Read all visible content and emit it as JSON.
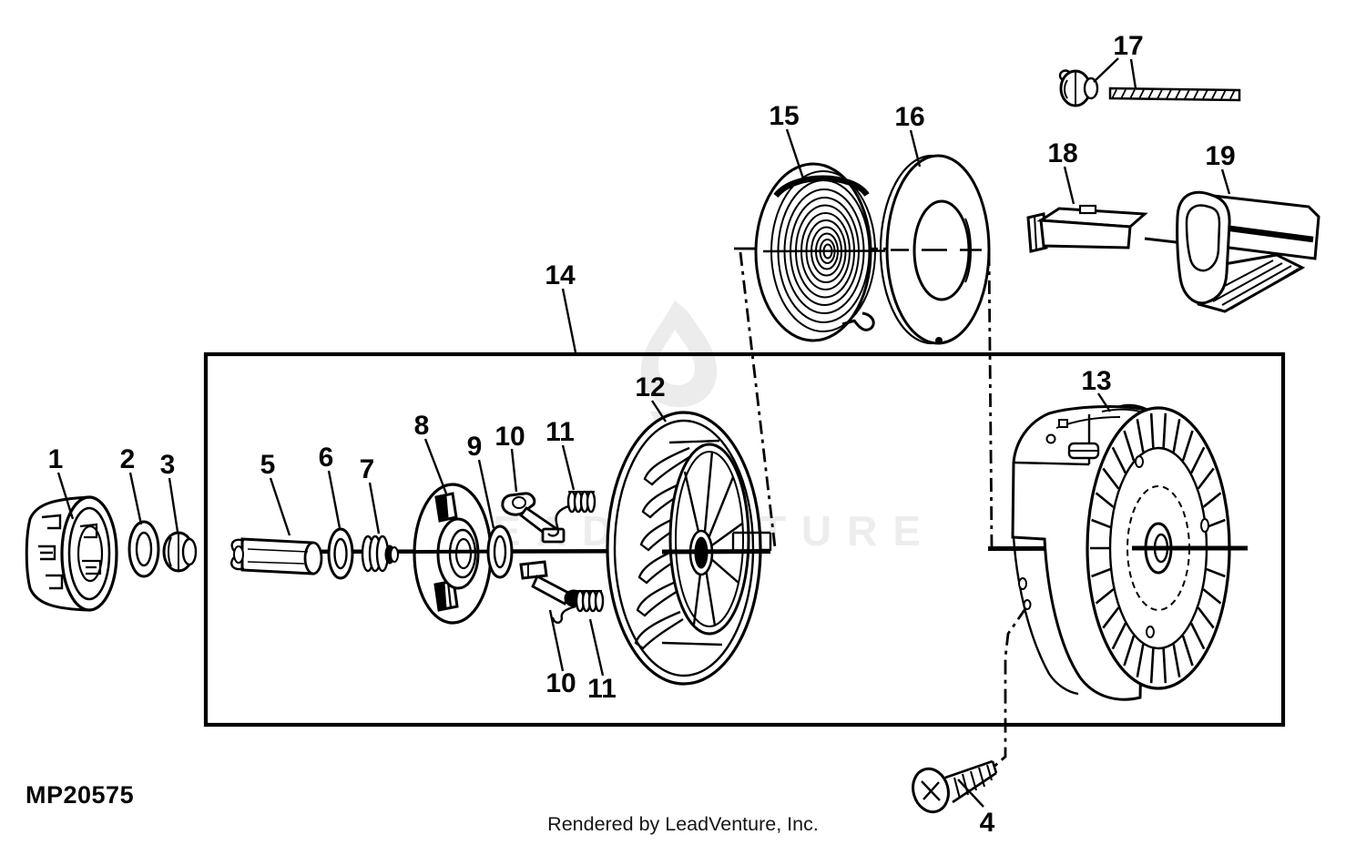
{
  "doc": {
    "code": "MP20575",
    "footer": "Rendered by LeadVenture, Inc.",
    "watermark": "LEADVENTURE"
  },
  "diagram": {
    "type": "exploded-parts-diagram",
    "subject": "recoil starter and blower housing assembly"
  },
  "palette": {
    "ink": "#000000",
    "watermark_gray": "#ececec",
    "paper": "#ffffff"
  },
  "callouts": [
    {
      "label": "1"
    },
    {
      "label": "2"
    },
    {
      "label": "3"
    },
    {
      "label": "5"
    },
    {
      "label": "6"
    },
    {
      "label": "7"
    },
    {
      "label": "8"
    },
    {
      "label": "9"
    },
    {
      "label": "10"
    },
    {
      "label": "11"
    },
    {
      "label": "10"
    },
    {
      "label": "11"
    },
    {
      "label": "12"
    },
    {
      "label": "13"
    },
    {
      "label": "14"
    },
    {
      "label": "15"
    },
    {
      "label": "16"
    },
    {
      "label": "17"
    },
    {
      "label": "18"
    },
    {
      "label": "19"
    },
    {
      "label": "4"
    }
  ]
}
